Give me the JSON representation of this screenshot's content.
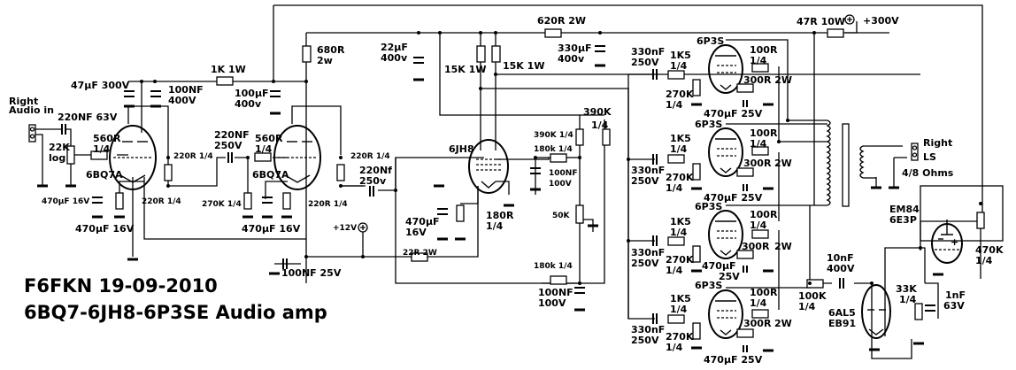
{
  "title": {
    "line1": "F6FKN 19-09-2010",
    "line2": "6BQ7-6JH8-6P3SE Audio amp"
  },
  "connectors": {
    "input_label_1": "Right",
    "input_label_2": "Audio in",
    "output_label_1": "Right",
    "output_label_2": "LS",
    "output_label_3": "4/8 Ohms"
  },
  "supplies": {
    "hv": "+300V",
    "lv": "+12V"
  },
  "tubes": {
    "v1": "6BQ7A",
    "v2": "6BQ7A",
    "v3": "6JH8",
    "v4": "6P3S",
    "v5": "6P3S",
    "v6": "6P3S",
    "v7": "6P3S",
    "v8a": "6AL5",
    "v8b": "EB91",
    "v9a": "EM84",
    "v9b": "6E3P"
  },
  "labels": {
    "c_in": "220NF 63V",
    "pot_a": "22K",
    "pot_b": "log",
    "r_g1_a": "560R",
    "r_g1_b": "1/4",
    "c_47": "47µF 300V",
    "c_100nf_a": "100NF",
    "c_100nf_b": "400V",
    "r_1k": "1K 1W",
    "c_100u_a": "100µF",
    "c_100u_b": "400v",
    "r_680_a": "680R",
    "r_680_b": "2w",
    "r_220_1": "220R 1/4",
    "r_220_2": "220R 1/4",
    "c_470_1": "470µF 16V",
    "c_470_2": "470µF 16V",
    "c_cpl_a": "220NF",
    "c_cpl_b": "250V",
    "r_g2_a": "560R",
    "r_g2_b": "1/4",
    "r_270k": "270K 1/4",
    "c_470_3": "470µF 16V",
    "r_220_3": "220R 1/4",
    "r_220_4": "220R 1/4",
    "c_cpl2_a": "220Nf",
    "c_cpl2_b": "250v",
    "c_100nf25": "100NF 25V",
    "c_22u_a": "22µF",
    "c_22u_b": "400v",
    "r_15k_1": "15K 1W",
    "r_15k_2": "15K 1W",
    "r_620": "620R 2W",
    "c_330u_a": "330µF",
    "c_330u_b": "400v",
    "r_47": "47R 10W",
    "r_390k_a": "390K 1/4",
    "r_390k_b1": "390K",
    "r_390k_b2": "1/4",
    "r_180k_1": "180k 1/4",
    "c_100nf100_a": "100NF",
    "c_100nf100_b": "100V",
    "c_470_4a": "470µF",
    "c_470_4b": "16V",
    "r_180_a": "180R",
    "r_180_b": "1/4",
    "pot_50k": "50K",
    "r_22": "22R 2W",
    "r_180k_2": "180k 1/4",
    "c_100nf100_2a": "100NF",
    "c_100nf100_2b": "100V",
    "c_330n_a": "330nF",
    "c_330n_b": "250V",
    "r_1k5_a": "1K5",
    "r_1k5_b": "1/4",
    "r_270k_a": "270K",
    "r_270k_b": "1/4",
    "r_100_a": "100R",
    "r_100_b": "1/4",
    "r_300": "300R 2W",
    "r_300_b": "300R",
    "r_300_c": "2W",
    "c_470_25": "470µF 25V",
    "c_470_25a": "470µF",
    "c_470_25b": "25V",
    "c_10n_a": "10nF",
    "c_10n_b": "400V",
    "r_100k_a": "100K",
    "r_100k_b": "1/4",
    "r_33k_a": "33K",
    "r_33k_b": "1/4",
    "c_1n_a": "1nF",
    "c_1n_b": "63V",
    "r_470k_a": "470K",
    "r_470k_b": "1/4"
  }
}
